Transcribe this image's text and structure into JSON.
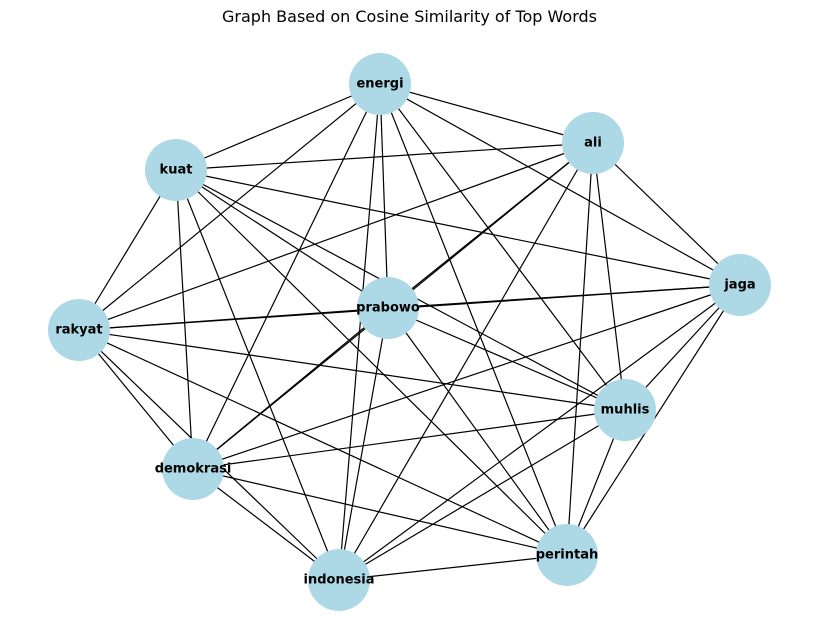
{
  "title": "Graph Based on Cosine Similarity of Top Words",
  "style": {
    "node_color": "#add8e6",
    "edge_color": "#000000"
  },
  "nodes": [
    {
      "id": "energi",
      "label": "energi"
    },
    {
      "id": "ali",
      "label": "ali"
    },
    {
      "id": "kuat",
      "label": "kuat"
    },
    {
      "id": "jaga",
      "label": "jaga"
    },
    {
      "id": "prabowo",
      "label": "prabowo"
    },
    {
      "id": "rakyat",
      "label": "rakyat"
    },
    {
      "id": "muhlis",
      "label": "muhlis"
    },
    {
      "id": "demokrasi",
      "label": "demokrasi"
    },
    {
      "id": "perintah",
      "label": "perintah"
    },
    {
      "id": "indonesia",
      "label": "indonesia"
    }
  ],
  "edges": [
    [
      "energi",
      "ali"
    ],
    [
      "energi",
      "kuat"
    ],
    [
      "energi",
      "jaga"
    ],
    [
      "energi",
      "prabowo"
    ],
    [
      "energi",
      "rakyat"
    ],
    [
      "energi",
      "muhlis"
    ],
    [
      "energi",
      "demokrasi"
    ],
    [
      "energi",
      "perintah"
    ],
    [
      "energi",
      "indonesia"
    ],
    [
      "ali",
      "kuat"
    ],
    [
      "ali",
      "jaga"
    ],
    [
      "ali",
      "prabowo"
    ],
    [
      "ali",
      "rakyat"
    ],
    [
      "ali",
      "muhlis"
    ],
    [
      "ali",
      "demokrasi"
    ],
    [
      "ali",
      "perintah"
    ],
    [
      "ali",
      "indonesia"
    ],
    [
      "kuat",
      "jaga"
    ],
    [
      "kuat",
      "prabowo"
    ],
    [
      "kuat",
      "rakyat"
    ],
    [
      "kuat",
      "muhlis"
    ],
    [
      "kuat",
      "demokrasi"
    ],
    [
      "kuat",
      "perintah"
    ],
    [
      "kuat",
      "indonesia"
    ],
    [
      "jaga",
      "prabowo"
    ],
    [
      "jaga",
      "rakyat"
    ],
    [
      "jaga",
      "muhlis"
    ],
    [
      "jaga",
      "demokrasi"
    ],
    [
      "jaga",
      "perintah"
    ],
    [
      "jaga",
      "indonesia"
    ],
    [
      "prabowo",
      "rakyat"
    ],
    [
      "prabowo",
      "muhlis"
    ],
    [
      "prabowo",
      "demokrasi"
    ],
    [
      "prabowo",
      "perintah"
    ],
    [
      "prabowo",
      "indonesia"
    ],
    [
      "rakyat",
      "muhlis"
    ],
    [
      "rakyat",
      "demokrasi"
    ],
    [
      "rakyat",
      "perintah"
    ],
    [
      "rakyat",
      "indonesia"
    ],
    [
      "muhlis",
      "demokrasi"
    ],
    [
      "muhlis",
      "perintah"
    ],
    [
      "muhlis",
      "indonesia"
    ],
    [
      "demokrasi",
      "perintah"
    ],
    [
      "demokrasi",
      "indonesia"
    ],
    [
      "perintah",
      "indonesia"
    ]
  ]
}
